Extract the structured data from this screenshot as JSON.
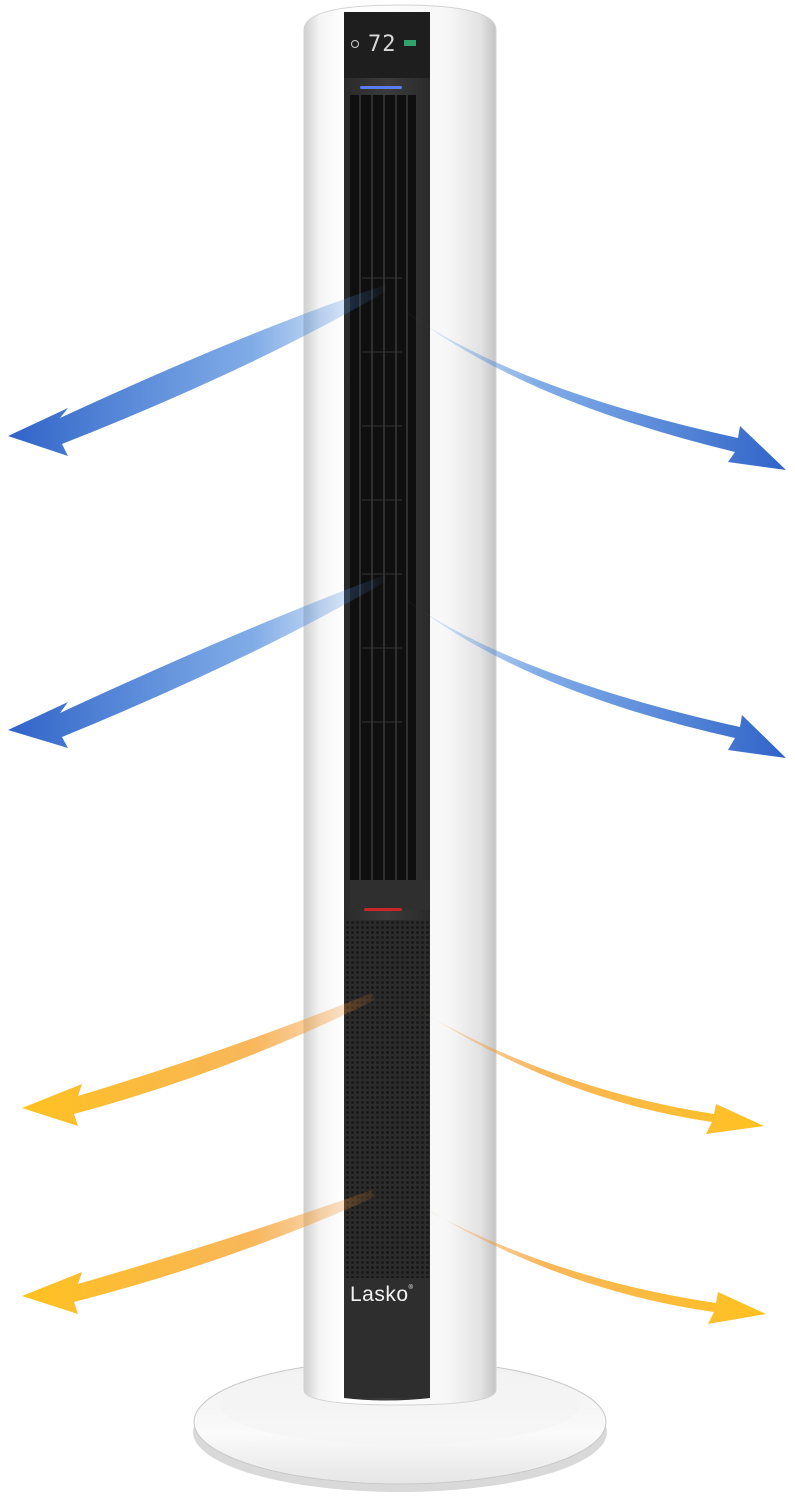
{
  "product": {
    "brand": "Lasko",
    "brand_mark": "®",
    "type": "tower fan heater",
    "display": {
      "temperature": "72",
      "timer_icon": "clock-icon",
      "mode_indicator_color": "#2fa36b"
    },
    "indicators": {
      "cool_bar_color": "#5b7cf0",
      "heat_bar_color": "#c8262b"
    }
  },
  "airflow": {
    "cool_arrows": {
      "count": 4,
      "color": "#2f6fd0",
      "highlight": "#4ea6ea"
    },
    "warm_arrows": {
      "count": 4,
      "color": "#f6b11e",
      "highlight": "#ffcf2e"
    }
  }
}
